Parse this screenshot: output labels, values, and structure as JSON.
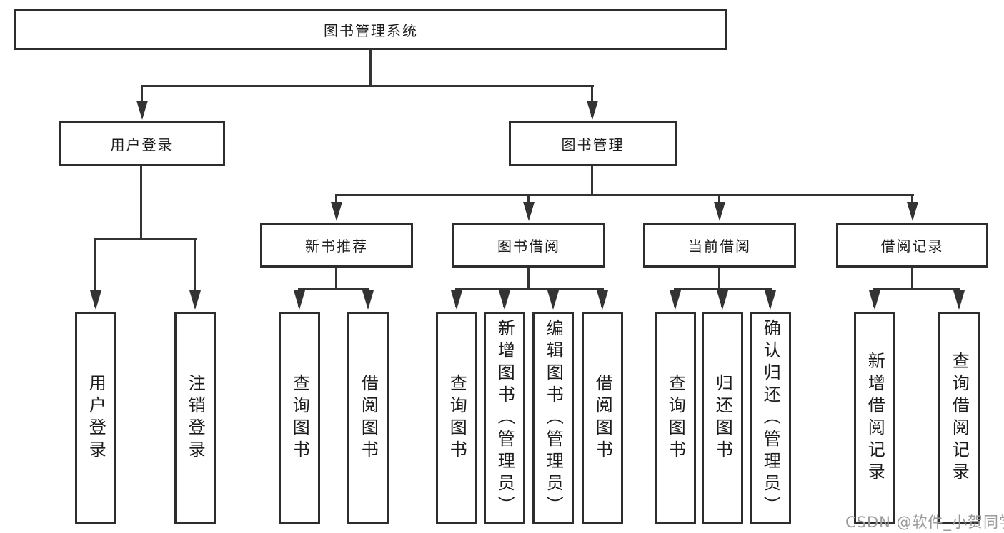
{
  "colors": {
    "background": "#ffffff",
    "line": "#333333",
    "box_border": "#2d2d2d",
    "box_fill": "#ffffff",
    "text": "#1c1c1c",
    "watermark": "#9a9a9a"
  },
  "tree": {
    "root": {
      "label": "图书管理系统"
    },
    "login_branch": {
      "label": "用户登录",
      "children": [
        {
          "label": "用户登录"
        },
        {
          "label": "注销登录"
        }
      ]
    },
    "management_branch": {
      "label": "图书管理",
      "groups": [
        {
          "label": "新书推荐",
          "children": [
            {
              "label": "查询图书"
            },
            {
              "label": "借阅图书"
            }
          ]
        },
        {
          "label": "图书借阅",
          "children": [
            {
              "label": "查询图书"
            },
            {
              "label": "新增图书（管理员）"
            },
            {
              "label": "编辑图书（管理员）"
            },
            {
              "label": "借阅图书"
            }
          ]
        },
        {
          "label": "当前借阅",
          "children": [
            {
              "label": "查询图书"
            },
            {
              "label": "归还图书"
            },
            {
              "label": "确认归还（管理员）"
            }
          ]
        },
        {
          "label": "借阅记录",
          "children": [
            {
              "label": "新增借阅记录"
            },
            {
              "label": "查询借阅记录"
            }
          ]
        }
      ]
    }
  },
  "watermark": {
    "text": "CSDN @软件_小贺同学"
  }
}
